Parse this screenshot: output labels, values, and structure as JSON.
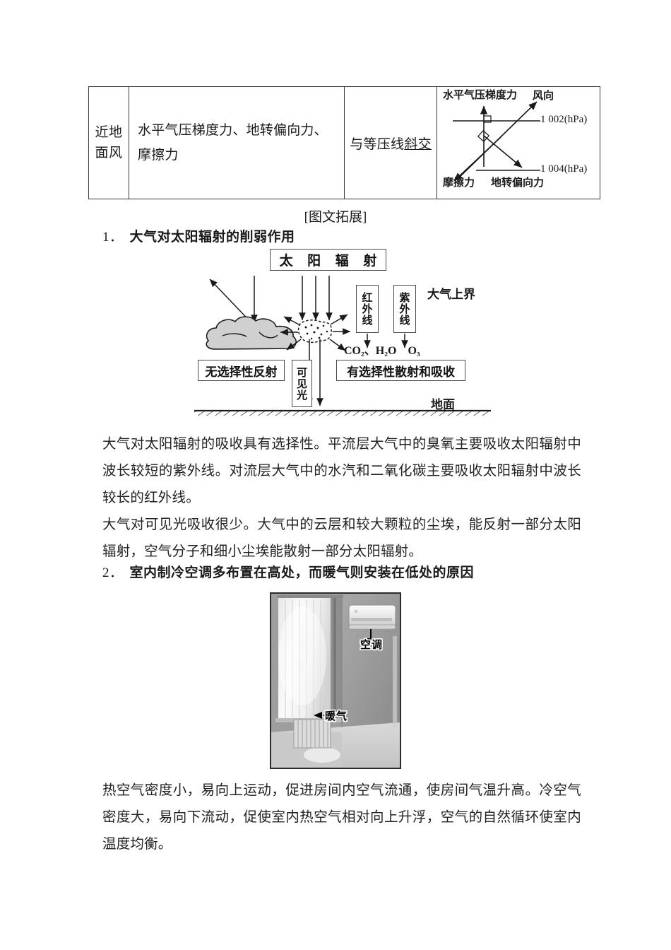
{
  "table": {
    "row": {
      "name": "近地\n面风",
      "forces": "水平气压梯度力、地转偏向力、摩擦力",
      "relation_prefix": "与等压线",
      "relation_underlined": "斜交"
    },
    "diagram": {
      "gradient_force": "水平气压梯度力",
      "wind_direction": "风向",
      "isobar_high": "1 002(hPa)",
      "isobar_low": "1 004(hPa)",
      "friction": "摩擦力",
      "coriolis": "地转偏向力"
    }
  },
  "caption": "[图文拓展]",
  "headings": {
    "one_num": "1．",
    "one_text": "大气对太阳辐射的削弱作用",
    "two_num": "2．",
    "two_text": "室内制冷空调多布置在高处，而暖气则安装在低处的原因"
  },
  "sun_diagram": {
    "solar_radiation": "太 阳 辐 射",
    "infrared": "红外线",
    "ultraviolet": "紫外线",
    "atmosphere_top": "大气上界",
    "gases": "CO₂、H₂O　O₃",
    "no_selective_reflection": "无选择性反射",
    "visible_light": "可见光",
    "selective_scatter_absorb": "有选择性散射和吸收",
    "ground": "地面"
  },
  "paragraphs": {
    "p1": "大气对太阳辐射的吸收具有选择性。平流层大气中的臭氧主要吸收太阳辐射中波长较短的紫外线。对流层大气中的水汽和二氧化碳主要吸收太阳辐射中波长较长的红外线。",
    "p2": "大气对可见光吸收很少。大气中的云层和较大颗粒的尘埃，能反射一部分太阳辐射，空气分子和细小尘埃能散射一部分太阳辐射。",
    "p3": "热空气密度小，易向上运动，促进房间内空气流通，使房间气温升高。冷空气密度大，易向下流动，促使室内热空气相对向上升浮，空气的自然循环使室内温度均衡。"
  },
  "photo": {
    "air_conditioner_label": "空调",
    "radiator_label": "暖气"
  },
  "colors": {
    "text": "#1a1a1a",
    "rule": "#3a3a3a",
    "cloud_fill": "#d0d0d0",
    "page_bg": "#ffffff"
  }
}
